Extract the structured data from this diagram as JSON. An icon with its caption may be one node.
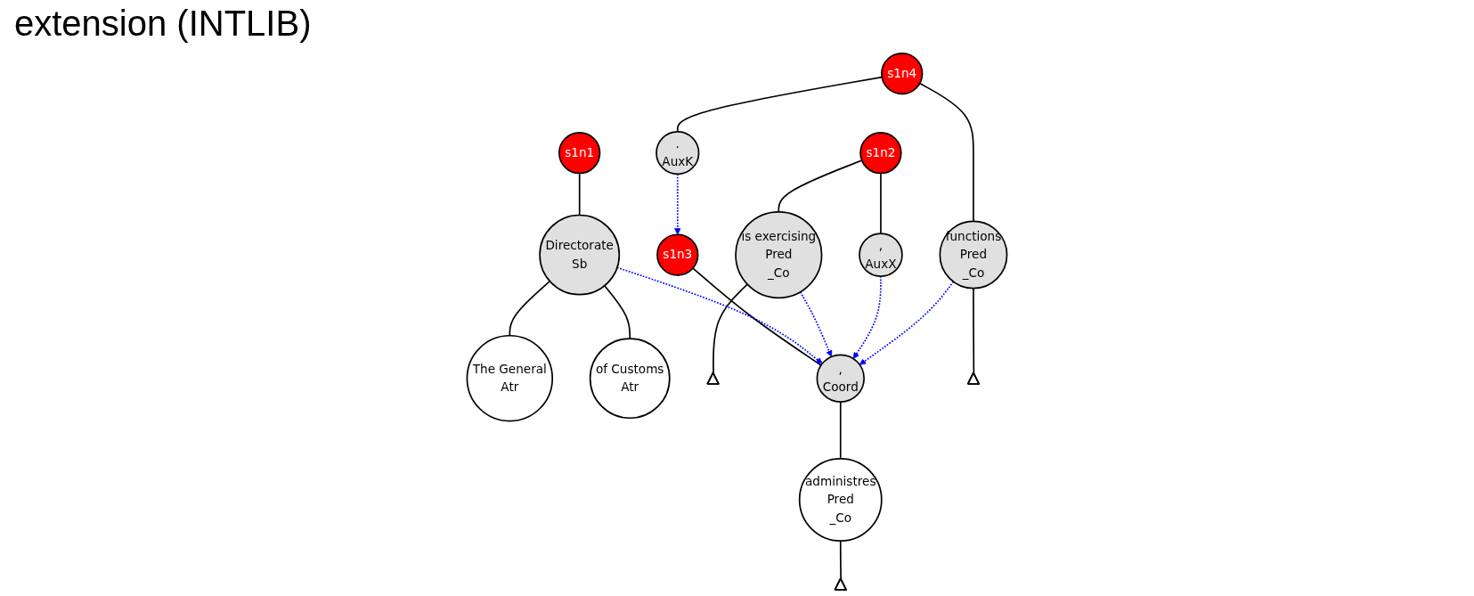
{
  "diagram": {
    "title": "extension (INTLIB)",
    "nodes": [
      {
        "text": [
          "s1n1"
        ]
      },
      {
        "text": [
          "Directorate",
          "Sb"
        ]
      },
      {
        "text": [
          "The General",
          "Atr"
        ]
      },
      {
        "text": [
          "of Customs",
          "Atr"
        ]
      },
      {
        "text": [
          "s1n2"
        ]
      },
      {
        "text": [
          "is exercising",
          "Pred",
          "_Co"
        ]
      },
      {
        "text": [],
        "shape": "triangle"
      },
      {
        "text": [
          ",",
          "AuxX"
        ]
      },
      {
        "text": [
          "s1n3"
        ]
      },
      {
        "text": [
          ",",
          "Coord"
        ]
      },
      {
        "text": [
          "administres",
          "Pred",
          "_Co"
        ]
      },
      {
        "text": [],
        "shape": "triangle"
      },
      {
        "text": [
          "s1n4"
        ]
      },
      {
        "text": [
          "functions",
          "Pred",
          "_Co"
        ]
      },
      {
        "text": [],
        "shape": "triangle"
      },
      {
        "text": [
          ".",
          "AuxK"
        ]
      }
    ],
    "edges": [
      {
        "from": 0,
        "to": 1,
        "arrow": "none"
      },
      {
        "from": 1,
        "to": 2,
        "arrow": "none"
      },
      {
        "from": 1,
        "to": 3,
        "arrow": "none"
      },
      {
        "from": 4,
        "to": 5,
        "arrow": "none"
      },
      {
        "from": 5,
        "to": 6,
        "arrow": "none"
      },
      {
        "from": 4,
        "to": 7,
        "arrow": "none"
      },
      {
        "from": 8,
        "to": 9,
        "arrow": "none"
      },
      {
        "from": 9,
        "to": 10,
        "arrow": "none"
      },
      {
        "from": 10,
        "to": 11,
        "arrow": "none"
      },
      {
        "from": 12,
        "to": 13,
        "arrow": "none"
      },
      {
        "from": 13,
        "to": 14,
        "arrow": "none"
      },
      {
        "from": 12,
        "to": 15,
        "arrow": "none"
      },
      {
        "from": 1,
        "to": 9,
        "arrow": "to",
        "style": "dashed",
        "color": "#0000ff"
      },
      {
        "from": 5,
        "to": 9,
        "arrow": "to",
        "style": "dashed",
        "color": "#0000ff"
      },
      {
        "from": 7,
        "to": 9,
        "arrow": "to",
        "style": "dashed",
        "color": "#0000ff"
      },
      {
        "from": 13,
        "to": 9,
        "arrow": "to",
        "style": "dashed",
        "color": "#0000ff"
      },
      {
        "from": 15,
        "to": 8,
        "arrow": "to",
        "style": "dashed",
        "color": "#0000ff"
      }
    ]
  }
}
